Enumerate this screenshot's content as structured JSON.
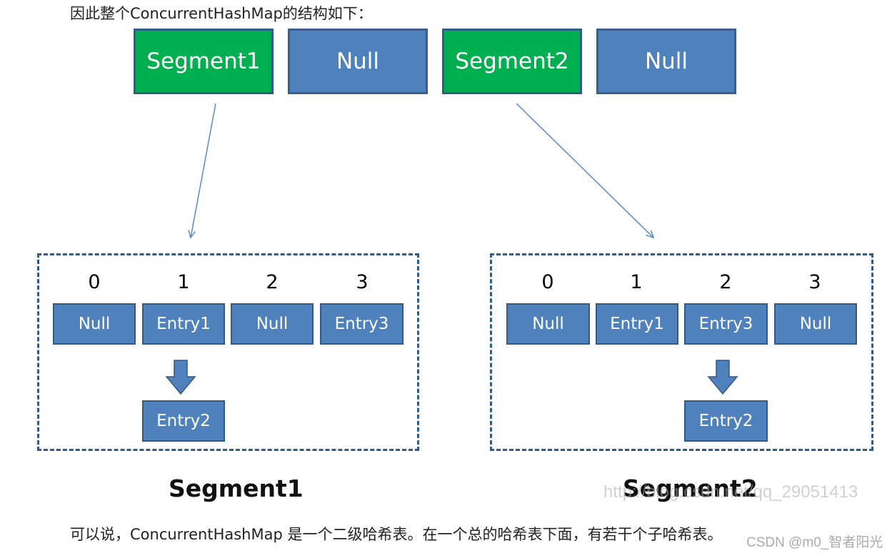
{
  "intro_text": "因此整个ConcurrentHashMap的结构如下：",
  "top_row": [
    "Segment1",
    "Null",
    "Segment2",
    "Null"
  ],
  "segments": [
    {
      "caption": "Segment1",
      "indices": [
        "0",
        "1",
        "2",
        "3"
      ],
      "slots": [
        "Null",
        "Entry1",
        "Null",
        "Entry3"
      ],
      "chained": "Entry2"
    },
    {
      "caption": "Segment2",
      "indices": [
        "0",
        "1",
        "2",
        "3"
      ],
      "slots": [
        "Null",
        "Entry1",
        "Entry3",
        "Null"
      ],
      "chained": "Entry2"
    }
  ],
  "watermark": "http://blog.csdn.net/qq_29051413",
  "credit": "CSDN @m0_智者阳光",
  "outro_text": "可以说，ConcurrentHashMap 是一个二级哈希表。在一个总的哈希表下面，有若干个子哈希表。",
  "colors": {
    "segment": "#00b050",
    "cell": "#4f81bd",
    "frame": "#2f5c8a"
  }
}
